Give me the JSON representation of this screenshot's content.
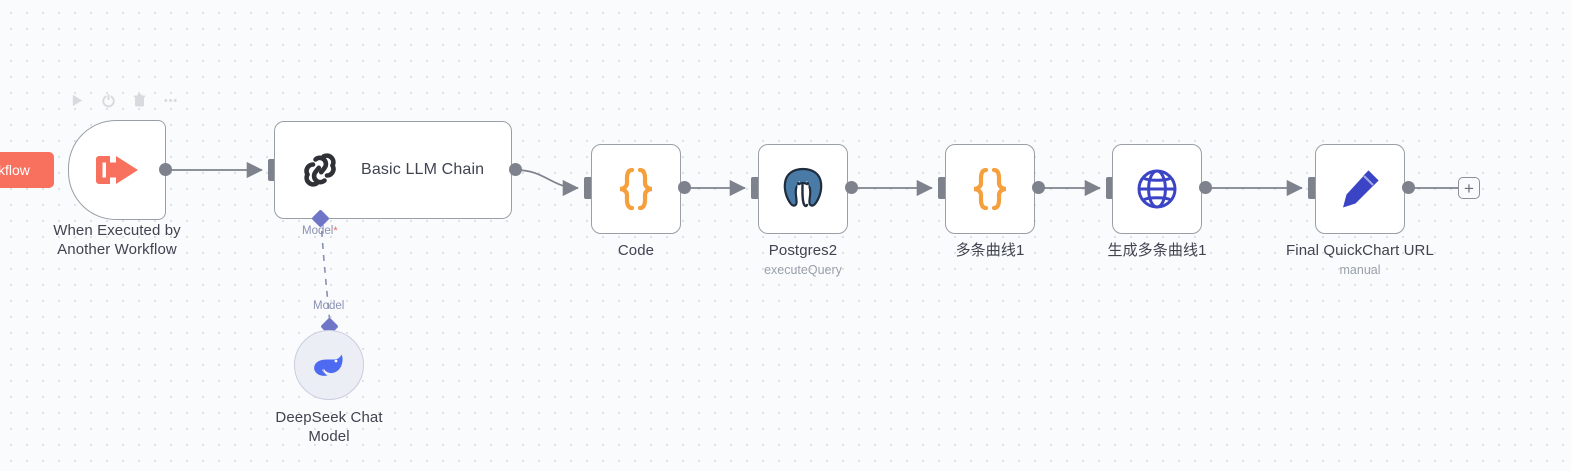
{
  "canvas": {
    "background_color": "#fafbfc",
    "grid_dot_color": "#d8dbe0"
  },
  "left_tag": {
    "text": "kflow",
    "color": "#f8705e"
  },
  "toolbar": {
    "items": [
      {
        "name": "execute-node-icon",
        "label": "play"
      },
      {
        "name": "deactivate-node-icon",
        "label": "power"
      },
      {
        "name": "delete-node-icon",
        "label": "trash"
      },
      {
        "name": "more-options-icon",
        "label": "ellipsis"
      }
    ]
  },
  "nodes": [
    {
      "id": "when-executed-by-another-workflow",
      "title": "When Executed by\nAnother Workflow",
      "subtitle": "",
      "icon": "arrow-out-of-bracket-icon",
      "icon_color": "#f8705e",
      "shape": "trigger"
    },
    {
      "id": "basic-llm-chain",
      "title": "Basic LLM Chain",
      "subtitle": "",
      "icon": "chain-link-icon",
      "icon_color": "#2f3136",
      "shape": "wide"
    },
    {
      "id": "code",
      "title": "Code",
      "subtitle": "",
      "icon": "curly-braces-icon",
      "icon_color": "#f5a03c",
      "shape": "square"
    },
    {
      "id": "postgres2",
      "title": "Postgres2",
      "subtitle": "executeQuery",
      "icon": "postgresql-elephant-icon",
      "icon_color": "#336791",
      "shape": "square"
    },
    {
      "id": "duotiao-quxian-1",
      "title": "多条曲线1",
      "subtitle": "",
      "icon": "curly-braces-icon",
      "icon_color": "#f5a03c",
      "shape": "square"
    },
    {
      "id": "shengcheng-duotiao-quxian-1",
      "title": "生成多条曲线1",
      "subtitle": "",
      "icon": "globe-icon",
      "icon_color": "#3b44c4",
      "shape": "square"
    },
    {
      "id": "final-quickchart-url",
      "title": "Final QuickChart URL",
      "subtitle": "manual",
      "icon": "pencil-icon",
      "icon_color": "#3b44c4",
      "shape": "square"
    },
    {
      "id": "deepseek-chat-model",
      "title": "DeepSeek Chat\nModel",
      "subtitle": "",
      "icon": "deepseek-whale-icon",
      "icon_color": "#4d6af0",
      "shape": "circle"
    }
  ],
  "ports": {
    "model_required_label": "Model",
    "model_required_marker": "*",
    "model_label": "Model",
    "diamond_color": "#6f76c8"
  },
  "add_button": {
    "label": "+"
  }
}
